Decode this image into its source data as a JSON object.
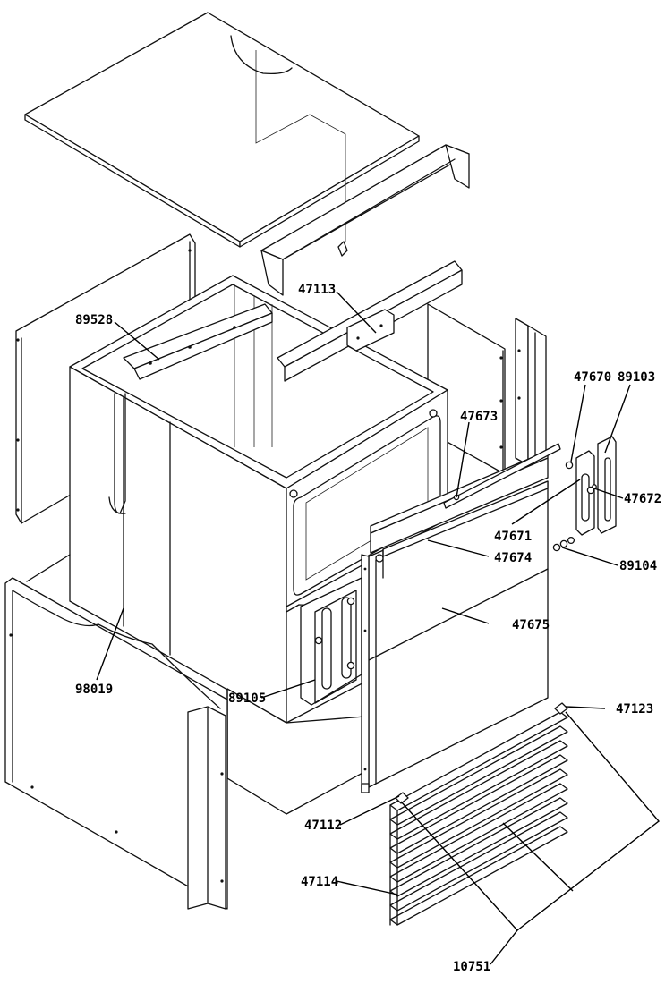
{
  "diagram": {
    "part_numbers": [
      "89528",
      "47113",
      "47670",
      "89103",
      "47673",
      "47672",
      "47671",
      "47674",
      "89104",
      "47675",
      "98019",
      "89105",
      "47123",
      "47112",
      "47114",
      "10751"
    ]
  }
}
